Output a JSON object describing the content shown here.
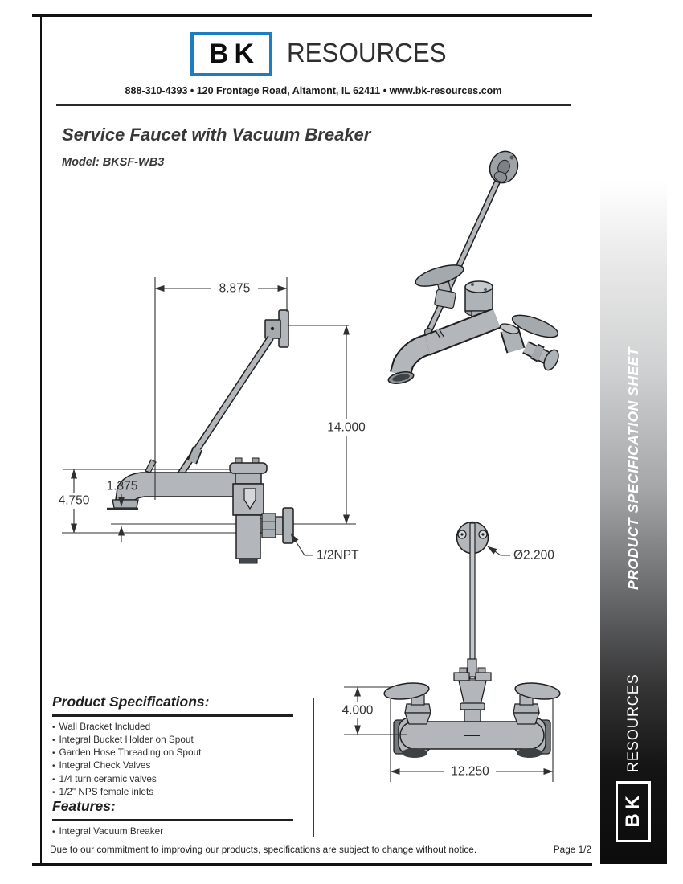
{
  "header": {
    "logo_text": "BK",
    "brand": "RESOURCES",
    "contact": "888-310-4393 • 120 Frontage Road, Altamont, IL 62411 • www.bk-resources.com"
  },
  "title": "Service Faucet with Vacuum Breaker",
  "model": "Model: BKSF-WB3",
  "sidebar": {
    "label": "PRODUCT SPECIFICATION SHEET",
    "logo_text": "BK",
    "brand": "RESOURCES"
  },
  "drawing_labels": {
    "spout_reach": "8.875",
    "wall_to_outlet_height": "14.000",
    "outlet_offset": "1.375",
    "body_drop": "4.750",
    "inlet_size": "1/2NPT",
    "bracket_diameter": "Ø2.200",
    "center_height": "4.000",
    "overall_width": "12.250"
  },
  "specifications": {
    "heading": "Product Specifications:",
    "items": [
      "Wall Bracket Included",
      "Integral Bucket Holder on Spout",
      "Garden Hose Threading on Spout",
      "Integral Check Valves",
      "1/4 turn ceramic valves",
      "1/2\" NPS female inlets"
    ]
  },
  "features": {
    "heading": "Features:",
    "items": [
      "Integral Vacuum Breaker"
    ]
  },
  "footer": {
    "disclaimer": "Due to our commitment to improving our products, specifications are subject to change without notice.",
    "page": "Page 1/2"
  },
  "colors": {
    "logo_blue": "#1e7dc0",
    "metal_gray": "#b3b7bb",
    "line_dark": "#2f2f2f"
  }
}
